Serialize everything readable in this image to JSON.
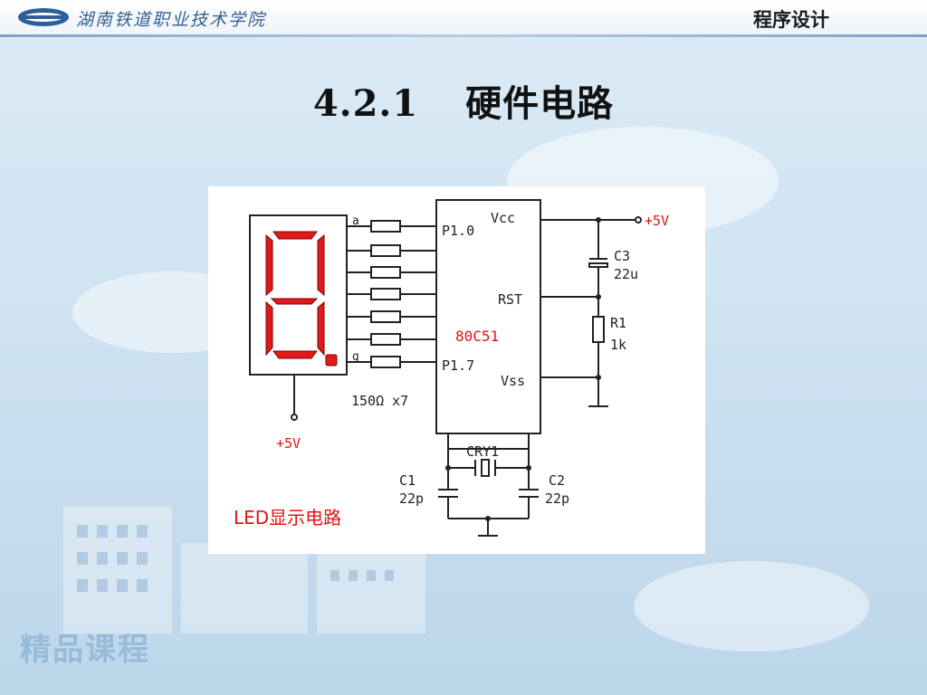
{
  "header": {
    "school": "湖南铁道职业技术学院",
    "course": "程序设计"
  },
  "title": {
    "number": "4.2.1",
    "text": "硬件电路"
  },
  "watermark": "精品课程",
  "diagram": {
    "chip": "80C51",
    "pins": {
      "p10": "P1.0",
      "p17": "P1.7",
      "vcc": "Vcc",
      "rst": "RST",
      "vss": "Vss"
    },
    "segment_labels": {
      "top": "a",
      "bottom": "g"
    },
    "resistors": "150Ω x7",
    "led_supply": "+5V",
    "vcc_supply": "+5V",
    "c3": {
      "name": "C3",
      "value": "22u"
    },
    "r1": {
      "name": "R1",
      "value": "1k"
    },
    "crystal": "CRY1",
    "c1": {
      "name": "C1",
      "value": "22p"
    },
    "c2": {
      "name": "C2",
      "value": "22p"
    },
    "caption": "LED显示电路"
  },
  "colors": {
    "segment": "#e01a1a",
    "label_red": "#e11414",
    "wire": "#222222"
  }
}
